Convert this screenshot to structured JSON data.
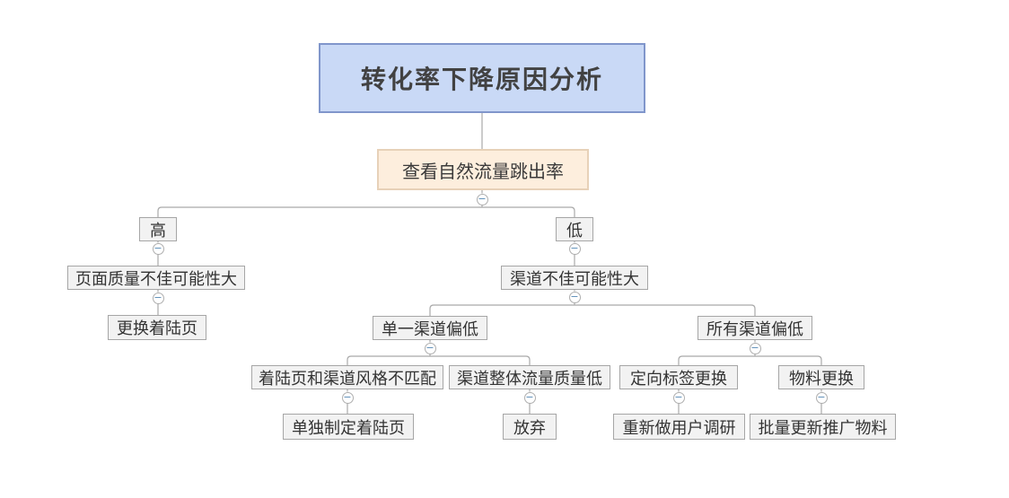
{
  "app": {
    "type": "mindmap-canvas"
  },
  "nodes": {
    "root": {
      "label": "转化率下降原因分析",
      "level": "root"
    },
    "bounce": {
      "label": "查看自然流量跳出率",
      "level": "secondary"
    },
    "high": {
      "label": "高"
    },
    "low": {
      "label": "低"
    },
    "page_quality": {
      "label": "页面质量不佳可能性大"
    },
    "change_landing": {
      "label": "更换着陆页"
    },
    "channel_bad": {
      "label": "渠道不佳可能性大"
    },
    "single_channel": {
      "label": "单一渠道偏低"
    },
    "all_channels": {
      "label": "所有渠道偏低"
    },
    "style_mismatch": {
      "label": "着陆页和渠道风格不匹配"
    },
    "channel_quality_low": {
      "label": "渠道整体流量质量低"
    },
    "targeting_tag": {
      "label": "定向标签更换"
    },
    "material_change": {
      "label": "物料更换"
    },
    "custom_landing": {
      "label": "单独制定着陆页"
    },
    "give_up": {
      "label": "放弃"
    },
    "user_research": {
      "label": "重新做用户调研"
    },
    "batch_update": {
      "label": "批量更新推广物料"
    }
  },
  "edges": [
    [
      "root",
      "bounce"
    ],
    [
      "bounce",
      "high"
    ],
    [
      "bounce",
      "low"
    ],
    [
      "high",
      "page_quality"
    ],
    [
      "page_quality",
      "change_landing"
    ],
    [
      "low",
      "channel_bad"
    ],
    [
      "channel_bad",
      "single_channel"
    ],
    [
      "channel_bad",
      "all_channels"
    ],
    [
      "single_channel",
      "style_mismatch"
    ],
    [
      "single_channel",
      "channel_quality_low"
    ],
    [
      "style_mismatch",
      "custom_landing"
    ],
    [
      "channel_quality_low",
      "give_up"
    ],
    [
      "all_channels",
      "targeting_tag"
    ],
    [
      "all_channels",
      "material_change"
    ],
    [
      "targeting_tag",
      "user_research"
    ],
    [
      "material_change",
      "batch_update"
    ]
  ],
  "ui": {
    "collapse_glyph": "−",
    "collapse_state": "expanded"
  },
  "colors": {
    "root_fill": "#c9d9f6",
    "root_border": "#8096cb",
    "secondary_fill": "#fdeedd",
    "secondary_border": "#e7d1b8",
    "node_fill": "#f2f2f2",
    "node_border": "#a6a6a6",
    "connector_line": "#a9a9a9",
    "collapse_minus": "#5589b5",
    "text": "#333333",
    "background": "#ffffff"
  }
}
